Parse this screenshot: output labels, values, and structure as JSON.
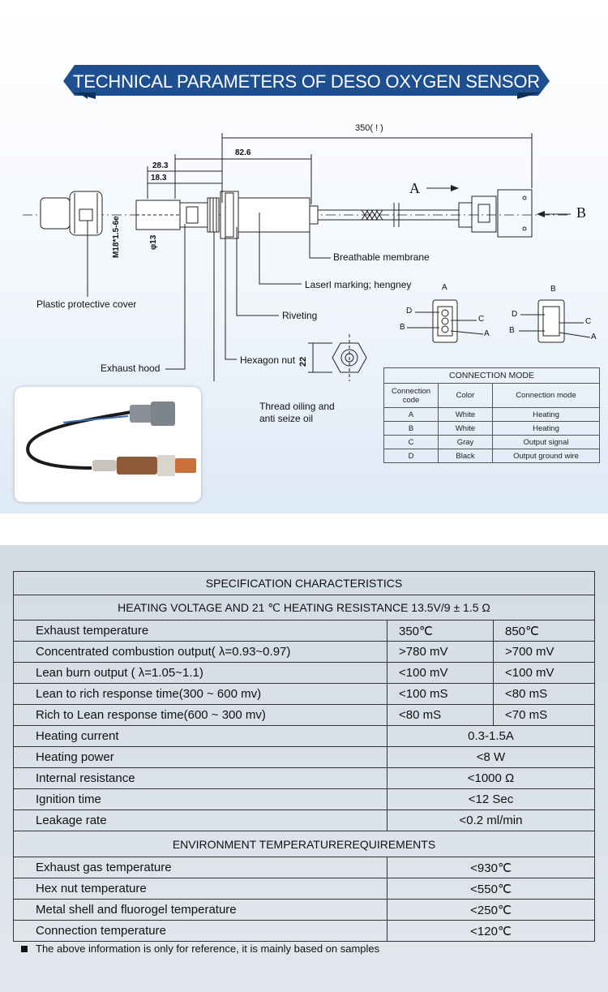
{
  "colors": {
    "banner_blue": "#1e4f91",
    "banner_dark": "#123766"
  },
  "header": {
    "title": "TECHNICAL PARAMETERS OF DESO OXYGEN SENSOR"
  },
  "diagram": {
    "dimensions": {
      "total_length": "350(  !  )",
      "d1": "82.6",
      "d2": "28.3",
      "d3": "18.3",
      "thread": "M18*1.5-6e",
      "diameter": "φ13",
      "hex": "22"
    },
    "letters": {
      "a": "A",
      "b": "B"
    },
    "labels": {
      "breathable_membrane": "Breathable membrane",
      "laser_marking": "Laserl marking; hengney",
      "riveting": "Riveting",
      "hexagon_nut": "Hexagon nut",
      "thread_oiling": "Thread oiling and",
      "thread_oiling_2": "anti seize oil",
      "plastic_cover": "Plastic protective cover",
      "exhaust_hood": "Exhaust hood"
    },
    "connector_a": {
      "title": "A",
      "pins": [
        "D",
        "B",
        "C",
        "A"
      ]
    },
    "connector_b": {
      "title": "B",
      "pins": [
        "D",
        "B",
        "C",
        "A"
      ]
    }
  },
  "connection_mode": {
    "title": "CONNECTION MODE",
    "headers": [
      "Connection code",
      "Color",
      "Connection mode"
    ],
    "rows": [
      {
        "code": "A",
        "color": "White",
        "mode": "Heating"
      },
      {
        "code": "B",
        "color": "White",
        "mode": "Heating"
      },
      {
        "code": "C",
        "color": "Gray",
        "mode": "Output signal"
      },
      {
        "code": "D",
        "color": "Black",
        "mode": "Output ground wire"
      }
    ]
  },
  "spec": {
    "title": "SPECIFICATION CHARACTERISTICS",
    "subtitle": "HEATING VOLTAGE AND 21 ℃ HEATING RESISTANCE 13.5V/9 ± 1.5 Ω",
    "rows": [
      {
        "name": "Exhaust temperature",
        "v1": "350℃",
        "v2": "850℃"
      },
      {
        "name": "Concentrated combustion output( λ=0.93~0.97)",
        "v1": ">780 mV",
        "v2": ">700 mV"
      },
      {
        "name": "Lean burn output ( λ=1.05~1.1)",
        "v1": "<100 mV",
        "v2": "<100 mV"
      },
      {
        "name": "Lean to rich response time(300 ~ 600 mv)",
        "v1": "<100 mS",
        "v2": "<80 mS"
      },
      {
        "name": "Rich to Lean response time(600 ~ 300 mv)",
        "v1": "<80 mS",
        "v2": "<70 mS"
      }
    ],
    "single_rows": [
      {
        "name": "Heating current",
        "value": "0.3-1.5A"
      },
      {
        "name": "Heating power",
        "value": "<8 W"
      },
      {
        "name": "Internal resistance",
        "value": "<1000 Ω"
      },
      {
        "name": "Ignition time",
        "value": "<12 Sec"
      },
      {
        "name": "Leakage rate",
        "value": "<0.2 ml/min"
      }
    ],
    "env_title": "ENVIRONMENT TEMPERATUREREQUIREMENTS",
    "env_rows": [
      {
        "name": "Exhaust gas temperature",
        "value": "<930℃"
      },
      {
        "name": "Hex nut temperature",
        "value": "<550℃"
      },
      {
        "name": "Metal shell and fluorogel temperature",
        "value": "<250℃"
      },
      {
        "name": "Connection temperature",
        "value": "<120℃"
      }
    ]
  },
  "note": "The above information is only for reference, it is mainly based on samples"
}
